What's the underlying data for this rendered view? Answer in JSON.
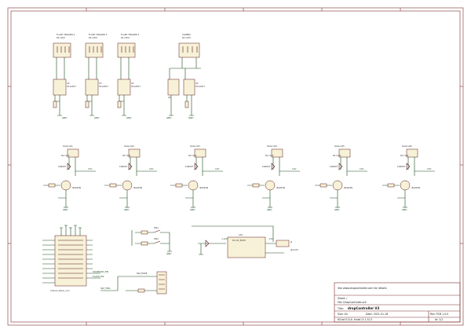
{
  "camera": {
    "triggers": [
      {
        "title": "FLASH TRIGGER 4",
        "ref": "R1=1M?",
        "opto": "U4"
      },
      {
        "title": "FLASH TRIGGER 3",
        "ref": "R1=1M?",
        "opto": "U3"
      },
      {
        "title": "FLASH TRIGGER 2",
        "ref": "R1=1M?",
        "opto": "U2"
      }
    ],
    "camera_block": {
      "title": "CAMERA",
      "ref": "R1=1M?",
      "opto_a": "U6",
      "opto_b": "U5"
    },
    "part": "H11A817",
    "gnd": "GND"
  },
  "solenoids": [
    {
      "name": "Solenoid1"
    },
    {
      "name": "Solenoid2"
    },
    {
      "name": "Solenoid3"
    },
    {
      "name": "Solenoid4"
    },
    {
      "name": "Solenoid5"
    },
    {
      "name": "Solenoid6"
    }
  ],
  "solenoid_common": {
    "diode": "1N4007",
    "mosfet": "IRLZ44N",
    "supply": "12V",
    "gnd": "GND",
    "val": "R1=10k"
  },
  "arduino": {
    "label": "Arduino_Nano_v3.x",
    "net_a": "SOLENOID_EN",
    "net_b": "FLASH_EN"
  },
  "switches": {
    "sw1": "SW1",
    "sw2": "SW2",
    "gnd": "GND"
  },
  "power": {
    "reg": "U10",
    "reg_part": "DC-DC_BUCK",
    "out": "+5V",
    "in": "+12V",
    "jack": "J1",
    "jack_label": "Jack-DC"
  },
  "connector": {
    "label": "SW_MODE",
    "net": "SW_TRIG"
  },
  "title_block": {
    "note": "See www.dropcontroller.com for details",
    "sheet": "Sheet: /",
    "file": "File: DropController.sch",
    "title_key": "Title:",
    "title": "dropController V3",
    "size": "Size: A4",
    "date": "Date: 2021-01-18",
    "rev": "Rev: PCB 1.0.0",
    "kicad": "KiCad E.D.A.  kicad (5.1.5)-3",
    "id": "Id: 1/1"
  }
}
